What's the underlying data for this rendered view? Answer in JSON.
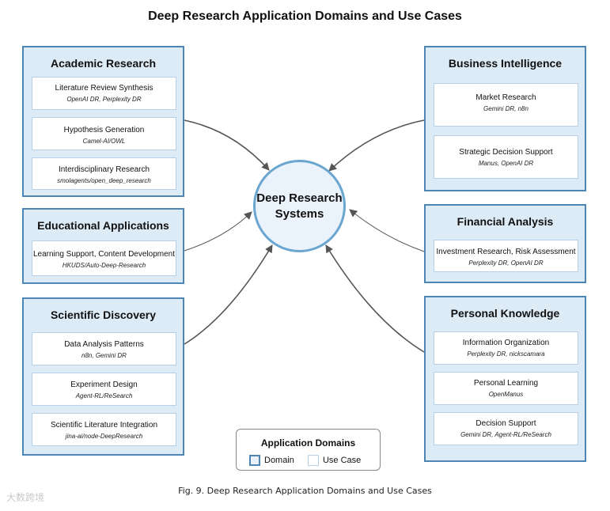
{
  "title": "Deep Research Application Domains and Use Cases",
  "center": {
    "line1": "Deep Research",
    "line2": "Systems"
  },
  "domains": {
    "academic": {
      "title": "Academic Research",
      "items": [
        {
          "title": "Literature Review Synthesis",
          "sub": "OpenAI DR, Perplexity DR"
        },
        {
          "title": "Hypothesis Generation",
          "sub": "Camel-AI/OWL"
        },
        {
          "title": "Interdisciplinary Research",
          "sub": "smolagents/open_deep_research"
        }
      ]
    },
    "educational": {
      "title": "Educational Applications",
      "items": [
        {
          "title": "Learning Support, Content Development",
          "sub": "HKUDS/Auto-Deep-Research"
        }
      ]
    },
    "scientific": {
      "title": "Scientific Discovery",
      "items": [
        {
          "title": "Data Analysis Patterns",
          "sub": "n8n, Gemini DR"
        },
        {
          "title": "Experiment Design",
          "sub": "Agent-RL/ReSearch"
        },
        {
          "title": "Scientific Literature Integration",
          "sub": "jina-ai/node-DeepResearch"
        }
      ]
    },
    "business": {
      "title": "Business Intelligence",
      "items": [
        {
          "title": "Market Research",
          "sub": "Gemini DR, n8n"
        },
        {
          "title": "Strategic Decision Support",
          "sub": "Manus, OpenAI DR"
        }
      ]
    },
    "financial": {
      "title": "Financial Analysis",
      "items": [
        {
          "title": "Investment Research, Risk Assessment",
          "sub": "Perplexity DR, OpenAI DR"
        }
      ]
    },
    "personal": {
      "title": "Personal Knowledge",
      "items": [
        {
          "title": "Information Organization",
          "sub": "Perplexity DR, nickscamara"
        },
        {
          "title": "Personal Learning",
          "sub": "OpenManus"
        },
        {
          "title": "Decision Support",
          "sub": "Gemini DR, Agent-RL/ReSearch"
        }
      ]
    }
  },
  "legend": {
    "title": "Application Domains",
    "domain_label": "Domain",
    "usecase_label": "Use Case"
  },
  "caption": "Fig. 9.  Deep Research Application Domains and Use Cases",
  "watermark": "大数跨境",
  "colors": {
    "domain_fill": "#ddebf7",
    "domain_border": "#4d86b5",
    "usecase_border": "#b6d0e8",
    "circle_border": "#6ba6d0",
    "arrow": "#555555"
  }
}
